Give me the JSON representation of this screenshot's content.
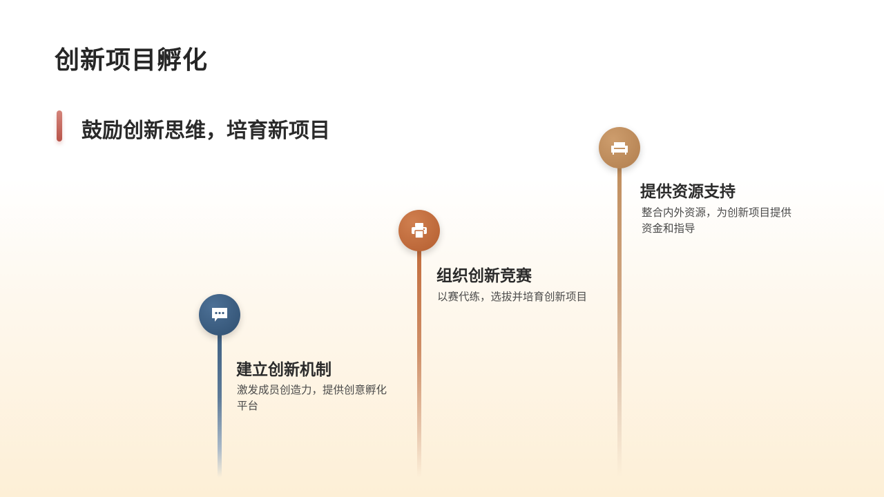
{
  "slide": {
    "title": "创新项目孵化",
    "subtitle": "鼓励创新思维，培育新项目",
    "accent_color": "#c0655a"
  },
  "steps": [
    {
      "title": "建立创新机制",
      "description": "激发成员创造力，提供创意孵化平台",
      "icon": "chat-bubble-icon",
      "color": "#3d5f82"
    },
    {
      "title": "组织创新竞赛",
      "description": "以赛代练，选拔并培育创新项目",
      "icon": "printer-icon",
      "color": "#c26c3c"
    },
    {
      "title": "提供资源支持",
      "description": "整合内外资源，为创新项目提供资金和指导",
      "icon": "sofa-icon",
      "color": "#c08d5c"
    }
  ]
}
